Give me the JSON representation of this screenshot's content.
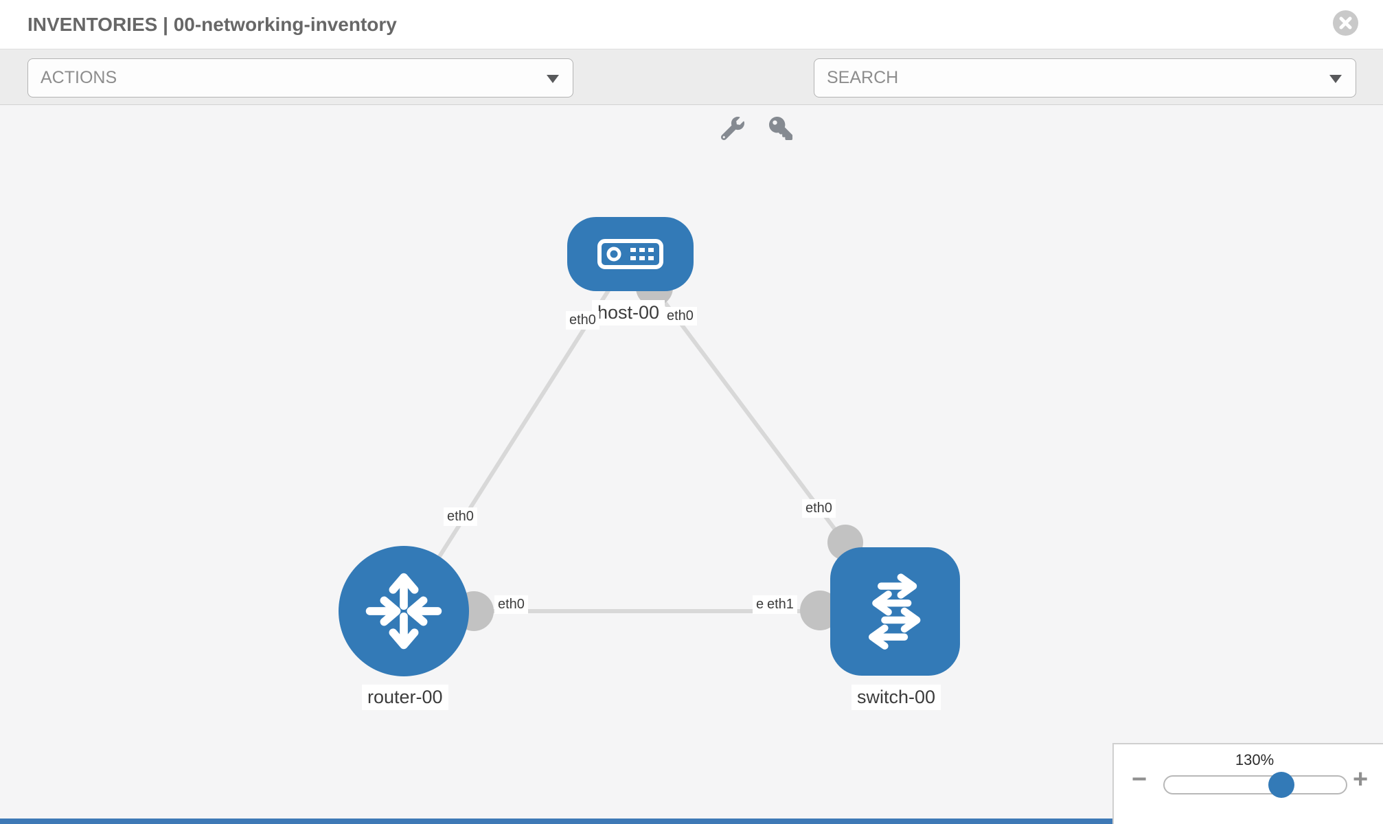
{
  "header": {
    "title": "INVENTORIES | 00-networking-inventory"
  },
  "toolbar": {
    "actions_placeholder": "ACTIONS",
    "search_placeholder": "SEARCH"
  },
  "nodes": {
    "host": {
      "label": "host-00",
      "type": "host"
    },
    "router": {
      "label": "router-00",
      "type": "router"
    },
    "switch": {
      "label": "switch-00",
      "type": "switch"
    }
  },
  "interfaces": {
    "router_host_link": "eth0",
    "host_link_left": "eth0",
    "host_link_right": "eth0",
    "switch_link_top": "eth0",
    "router_link_right": "eth0",
    "switch_link_back": "eth0",
    "switch_link_front": "eth1"
  },
  "zoom_control": {
    "level": "130%",
    "zoom_out": "−",
    "zoom_in": "+"
  },
  "colors": {
    "node_blue": "#337ab7",
    "edge_gray": "#d8d8d8",
    "port_gray": "#c2c2c2",
    "toolbar_bg": "#ececec",
    "canvas_bg": "#f5f5f6"
  }
}
